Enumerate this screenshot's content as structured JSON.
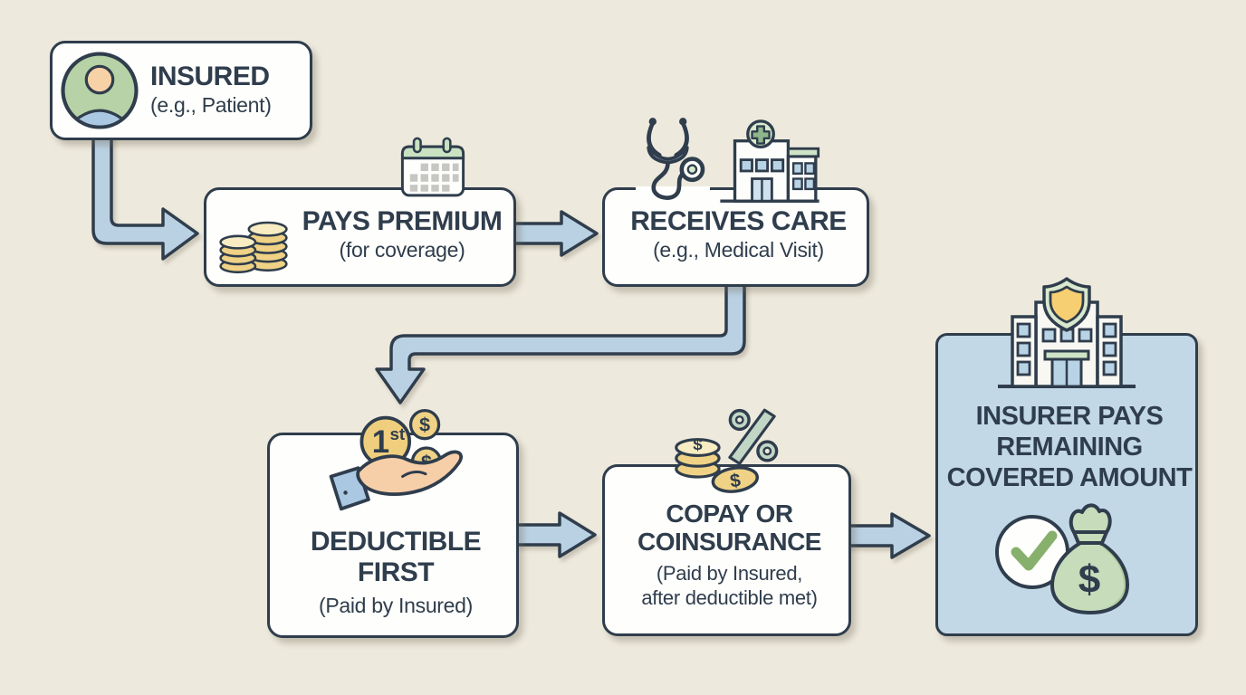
{
  "page": {
    "type": "insurance-payment-flow-diagram",
    "background": "#EDE9DD"
  },
  "colors": {
    "outline": "#2F3D4C",
    "box_fill": "#FEFEFC",
    "panel_fill": "#C2D8E6",
    "arrow_fill": "#BAD1E4",
    "coin_gold": "#EFD285",
    "coin_gold_light": "#F7ECC2",
    "green_light": "#CFE4C6",
    "blue_light": "#B9D3E6",
    "skin_peach": "#F6CFA9",
    "shield_yellow": "#F6CF72",
    "check_green": "#86B06C",
    "bag_green": "#C6DCBA",
    "percent_green": "#C2D6C6"
  },
  "glyphs": {
    "first_number": "1",
    "first_suffix": "st",
    "dollar": "$"
  },
  "nodes": {
    "insured": {
      "title": "INSURED",
      "subtitle": "(e.g., Patient)",
      "icons": [
        "person-avatar-icon"
      ]
    },
    "pays_premium": {
      "title": "PAYS PREMIUM",
      "subtitle": "(for coverage)",
      "icons": [
        "coin-stack-icon",
        "calendar-icon"
      ]
    },
    "receives_care": {
      "title": "RECEIVES CARE",
      "subtitle": "(e.g., Medical Visit)",
      "icons": [
        "stethoscope-icon",
        "hospital-icon"
      ]
    },
    "deductible_first": {
      "title_line1": "DEDUCTIBLE",
      "title_line2": "FIRST",
      "subtitle": "(Paid by Insured)",
      "icons": [
        "first-place-coin-icon",
        "dollar-coin-icon",
        "open-hand-icon"
      ]
    },
    "copay_coinsurance": {
      "title_line1": "COPAY OR",
      "title_line2": "COINSURANCE",
      "subtitle_line1": "(Paid by Insured,",
      "subtitle_line2": "after deductible met)",
      "icons": [
        "coin-stack-icon",
        "percent-icon"
      ]
    },
    "insurer_pays": {
      "title_line1": "INSURER PAYS",
      "title_line2": "REMAINING",
      "title_line3": "COVERED AMOUNT",
      "icons": [
        "insurer-building-shield-icon",
        "check-circle-icon",
        "money-bag-icon"
      ]
    }
  },
  "flow_order": [
    "insured",
    "pays_premium",
    "receives_care",
    "deductible_first",
    "copay_coinsurance",
    "insurer_pays"
  ]
}
